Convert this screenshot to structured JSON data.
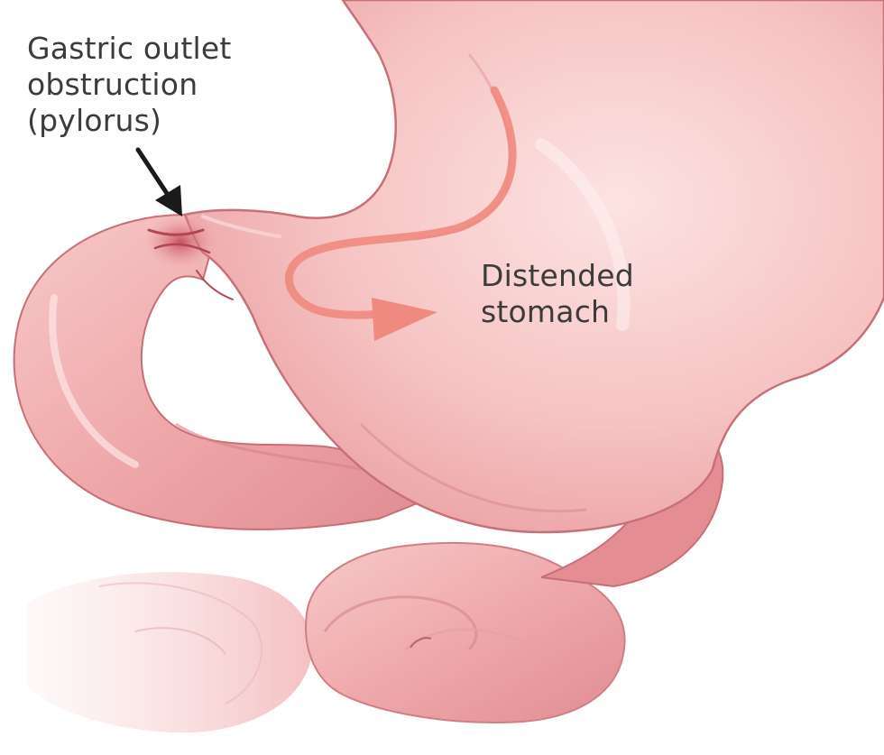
{
  "labels": {
    "obstruction": [
      "Gastric outlet",
      "obstruction",
      "(pylorus)"
    ],
    "stomach": [
      "Distended",
      "stomach"
    ]
  },
  "colors": {
    "tissue": "#f4b8b8",
    "tissue_light": "#fbdada",
    "tissue_dark": "#d9737a",
    "outline": "#c8707a",
    "flow_arrow": "#ee8a80",
    "pointer_arrow": "#1a1a1a",
    "text": "#3b3b3b"
  },
  "icons": {
    "pointer": "black-arrow-icon",
    "flow": "curved-flow-arrow-icon"
  }
}
